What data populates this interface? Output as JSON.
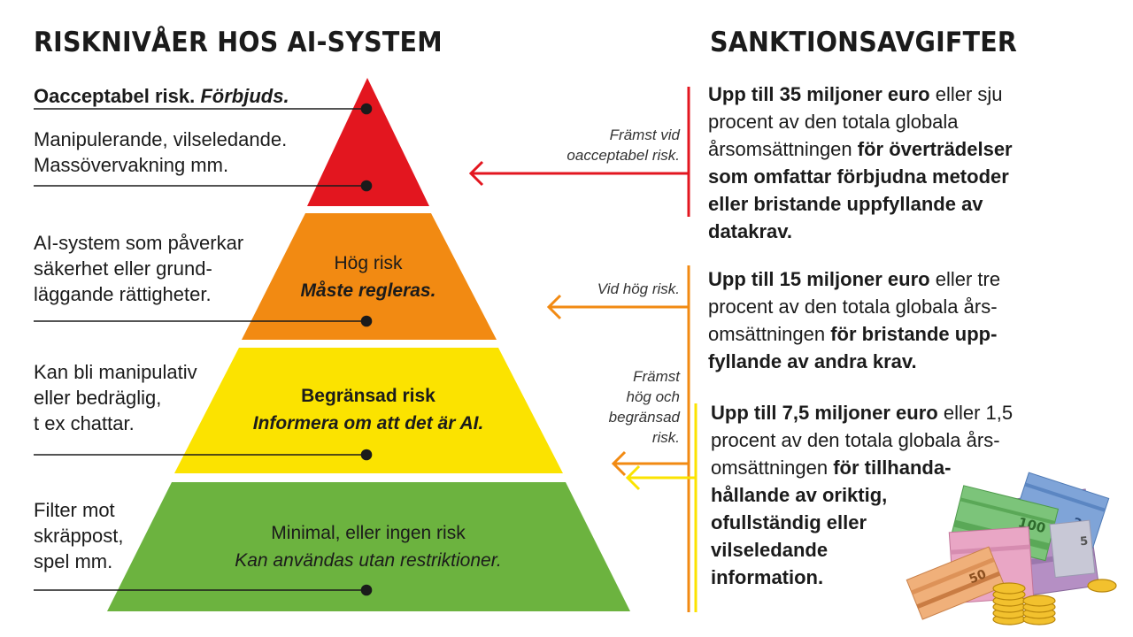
{
  "left_heading": "RISKNIVÅER HOS AI-SYSTEM",
  "right_heading": "SANKTIONSAVGIFTER",
  "tiers": [
    {
      "color": "#e3161f",
      "left_lines": [],
      "top_left_bold": "Oacceptabel risk.",
      "top_left_italic": "Förbjuds.",
      "desc_lines": [
        "Manipulerande, vilseledande.",
        "Massövervakning mm."
      ]
    },
    {
      "color": "#f28a12",
      "name": "Hög risk",
      "rule": "Måste regleras.",
      "desc_lines": [
        "AI-system som påverkar",
        "säkerhet eller grund-",
        "läggande rättigheter."
      ]
    },
    {
      "color": "#fbe300",
      "name": "Begränsad risk",
      "rule": "Informera om att det är AI.",
      "desc_lines": [
        "Kan bli manipulativ",
        "eller bedräglig,",
        "t ex chattar."
      ]
    },
    {
      "color": "#6cb33f",
      "name": "Minimal, eller ingen risk",
      "rule": "Kan användas utan restriktioner.",
      "desc_lines": [
        "Filter mot",
        "skräppost,",
        "spel mm."
      ]
    }
  ],
  "annotations": {
    "a1": [
      "Främst vid",
      "oacceptabel risk."
    ],
    "a2": [
      "Vid hög risk."
    ],
    "a3": [
      "Främst",
      "hög och",
      "begränsad",
      "risk."
    ]
  },
  "penalties": {
    "p1": [
      [
        {
          "t": "Upp till 35 miljoner euro",
          "b": true
        },
        {
          "t": " eller sju",
          "b": false
        }
      ],
      [
        {
          "t": "procent av den totala globala",
          "b": false
        }
      ],
      [
        {
          "t": "årsomsättningen ",
          "b": false
        },
        {
          "t": "för överträdelser",
          "b": true
        }
      ],
      [
        {
          "t": "som omfattar förbjudna metoder",
          "b": true
        }
      ],
      [
        {
          "t": "eller bristande uppfyllande av",
          "b": true
        }
      ],
      [
        {
          "t": "datakrav.",
          "b": true
        }
      ]
    ],
    "p2": [
      [
        {
          "t": "Upp till 15 miljoner euro",
          "b": true
        },
        {
          "t": " eller tre",
          "b": false
        }
      ],
      [
        {
          "t": "procent av den totala globala års-",
          "b": false
        }
      ],
      [
        {
          "t": "omsättningen ",
          "b": false
        },
        {
          "t": "för bristande upp-",
          "b": true
        }
      ],
      [
        {
          "t": "fyllande av andra krav.",
          "b": true
        }
      ]
    ],
    "p3": [
      [
        {
          "t": "Upp till 7,5 miljoner euro",
          "b": true
        },
        {
          "t": " eller 1,5",
          "b": false
        }
      ],
      [
        {
          "t": "procent av den totala globala års-",
          "b": false
        }
      ],
      [
        {
          "t": "omsättningen ",
          "b": false
        },
        {
          "t": "för tillhanda-",
          "b": true
        }
      ],
      [
        {
          "t": "hållande av oriktig,",
          "b": true
        }
      ],
      [
        {
          "t": "ofullständig eller",
          "b": true
        }
      ],
      [
        {
          "t": "vilseledande",
          "b": true
        }
      ],
      [
        {
          "t": "information.",
          "b": true
        }
      ]
    ]
  },
  "colors": {
    "red": "#e3161f",
    "orange": "#f28a12",
    "yellow": "#fbe300",
    "green": "#6cb33f",
    "text": "#1b1b1b"
  },
  "illustration": {
    "icon": "euro-banknotes-and-coins-icon",
    "note_labels": [
      "100",
      "20",
      "5",
      "50"
    ]
  }
}
